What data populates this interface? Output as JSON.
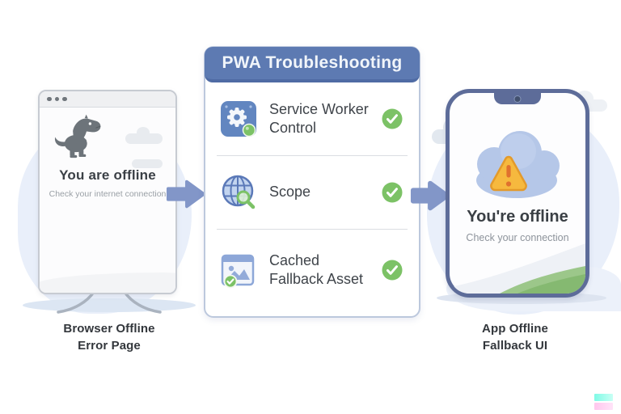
{
  "browser": {
    "heading": "You are offline",
    "subheading": "Check your internet connection",
    "caption_line1": "Browser Offline",
    "caption_line2": "Error Page"
  },
  "card": {
    "title": "PWA Troubleshooting",
    "rows": [
      {
        "icon": "service-worker-gear-icon",
        "label_line1": "Service Worker",
        "label_line2": "Control",
        "status_icon": "check"
      },
      {
        "icon": "scope-globe-icon",
        "label_line1": "Scope",
        "label_line2": "",
        "status_icon": "check"
      },
      {
        "icon": "cached-image-icon",
        "label_line1": "Cached",
        "label_line2": "Fallback Asset",
        "status_icon": "check"
      }
    ]
  },
  "phone": {
    "heading": "You're offline",
    "subheading": "Check your connection",
    "caption_line1": "App Offline",
    "caption_line2": "Fallback UI"
  },
  "colors": {
    "card_header_blue": "#5d7ab2",
    "check_green": "#7cc266",
    "arrow_blue": "#8296c8",
    "warning_yellow": "#f6b93e",
    "warning_orange": "#e0712e",
    "phone_frame_blue": "#5d6c99",
    "cloud_blue": "#b5c7e8",
    "dino_gray": "#6d747a"
  }
}
